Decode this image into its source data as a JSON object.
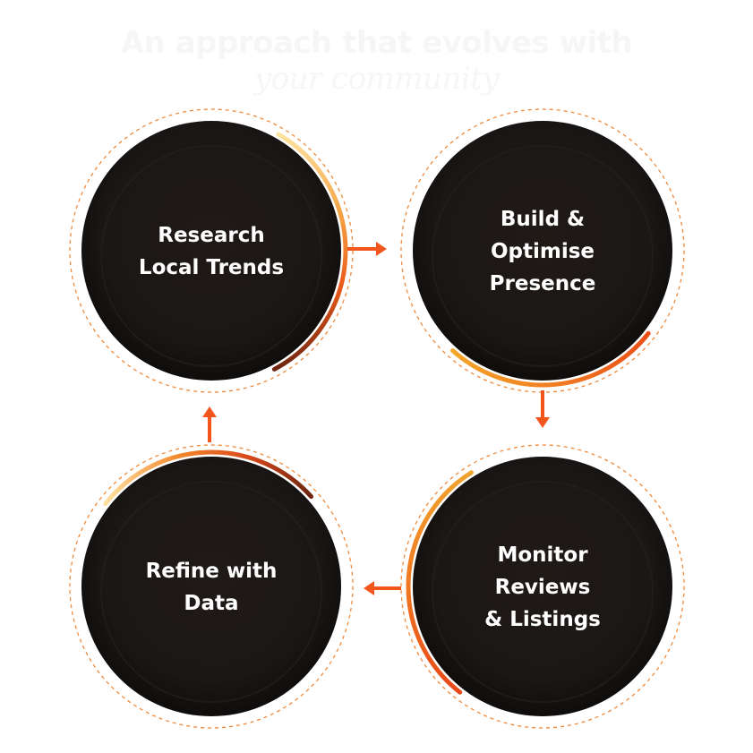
{
  "heading": {
    "line1": "An approach that evolves with",
    "line2": "your community"
  },
  "steps": [
    {
      "id": "research",
      "label_lines": [
        "Research",
        "Local Trends"
      ]
    },
    {
      "id": "build",
      "label_lines": [
        "Build &",
        "Optimise",
        "Presence"
      ]
    },
    {
      "id": "monitor",
      "label_lines": [
        "Monitor",
        "Reviews",
        "& Listings"
      ]
    },
    {
      "id": "refine",
      "label_lines": [
        "Refine with",
        "Data"
      ]
    }
  ],
  "flow": [
    "research",
    "build",
    "monitor",
    "refine",
    "research"
  ],
  "colors": {
    "circle_fill": "#1a1716",
    "circle_inner": "#231c18",
    "dashed_ring": "#f08a3c",
    "arc_start": "#fdd68a",
    "arc_mid": "#f26b1d",
    "arc_end": "#7a2a12",
    "arrow": "#f2561d",
    "label": "#ffffff"
  }
}
